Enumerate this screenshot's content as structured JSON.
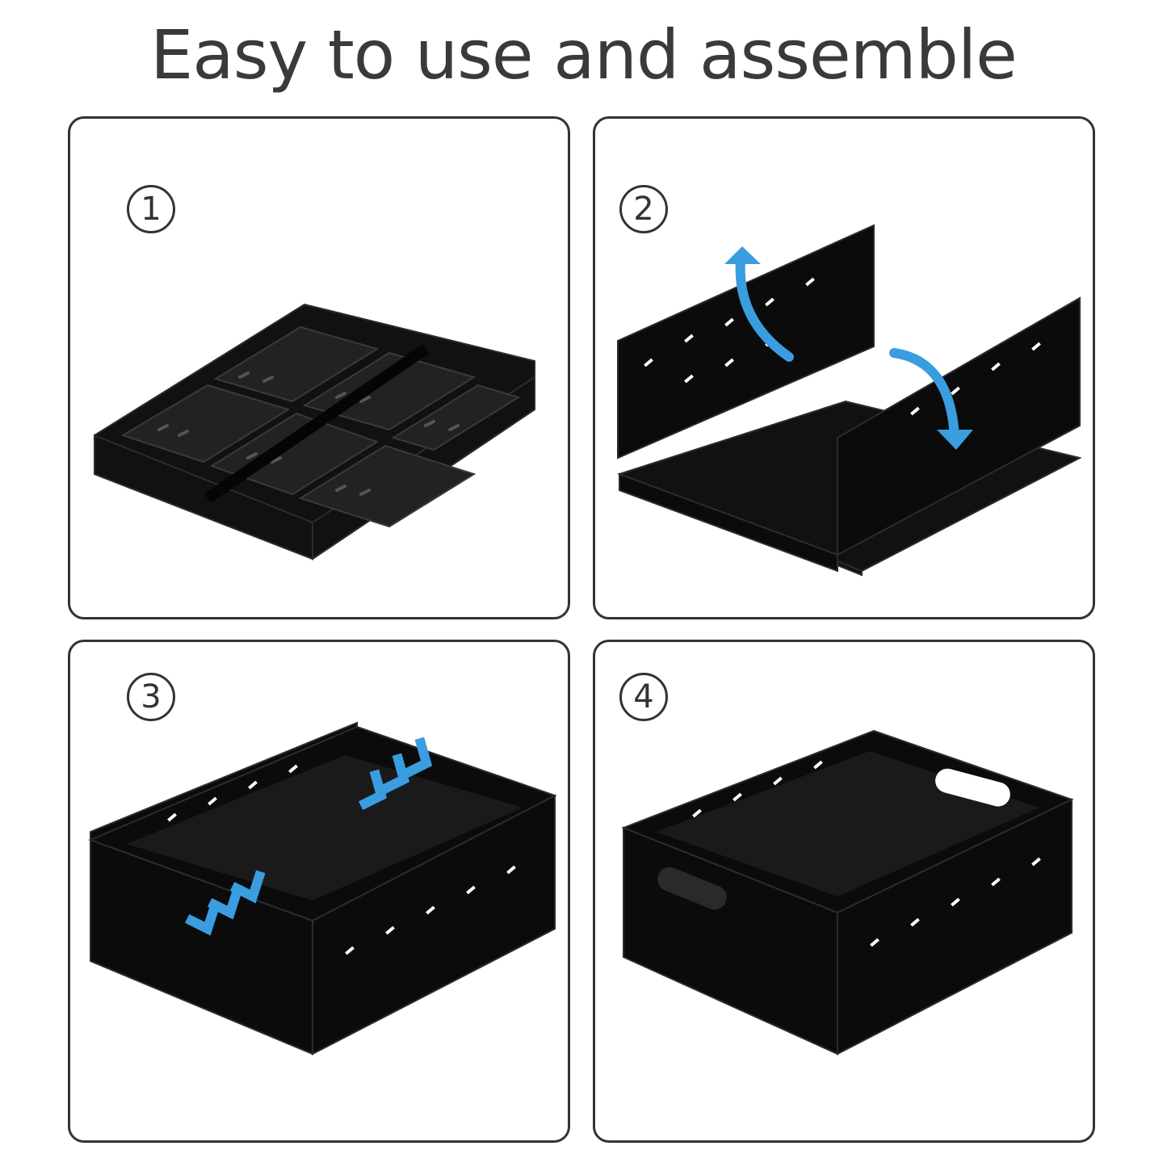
{
  "title": "Easy to use and assemble",
  "steps": [
    {
      "number": "1"
    },
    {
      "number": "2"
    },
    {
      "number": "3"
    },
    {
      "number": "4"
    }
  ],
  "colors": {
    "crate": "#111111",
    "crate_edge": "#2c2c2c",
    "arrow": "#3a9de0",
    "border": "#333333"
  }
}
